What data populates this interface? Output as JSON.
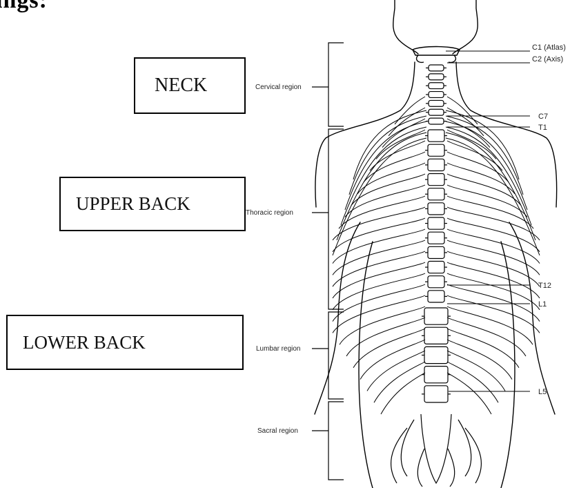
{
  "heading": "ings:",
  "boxes": {
    "neck": "NECK",
    "upper_back": "UPPER BACK",
    "lower_back": "LOWER BACK"
  },
  "regions": {
    "cervical": "Cervical region",
    "thoracic": "Thoracic region",
    "lumbar": "Lumbar region",
    "sacral": "Sacral region"
  },
  "vertebrae": {
    "c1": "C1 (Atlas)",
    "c2": "C2 (Axis)",
    "c7": "C7",
    "t1": "T1",
    "t12": "T12",
    "l1": "L1",
    "l5": "L5"
  }
}
